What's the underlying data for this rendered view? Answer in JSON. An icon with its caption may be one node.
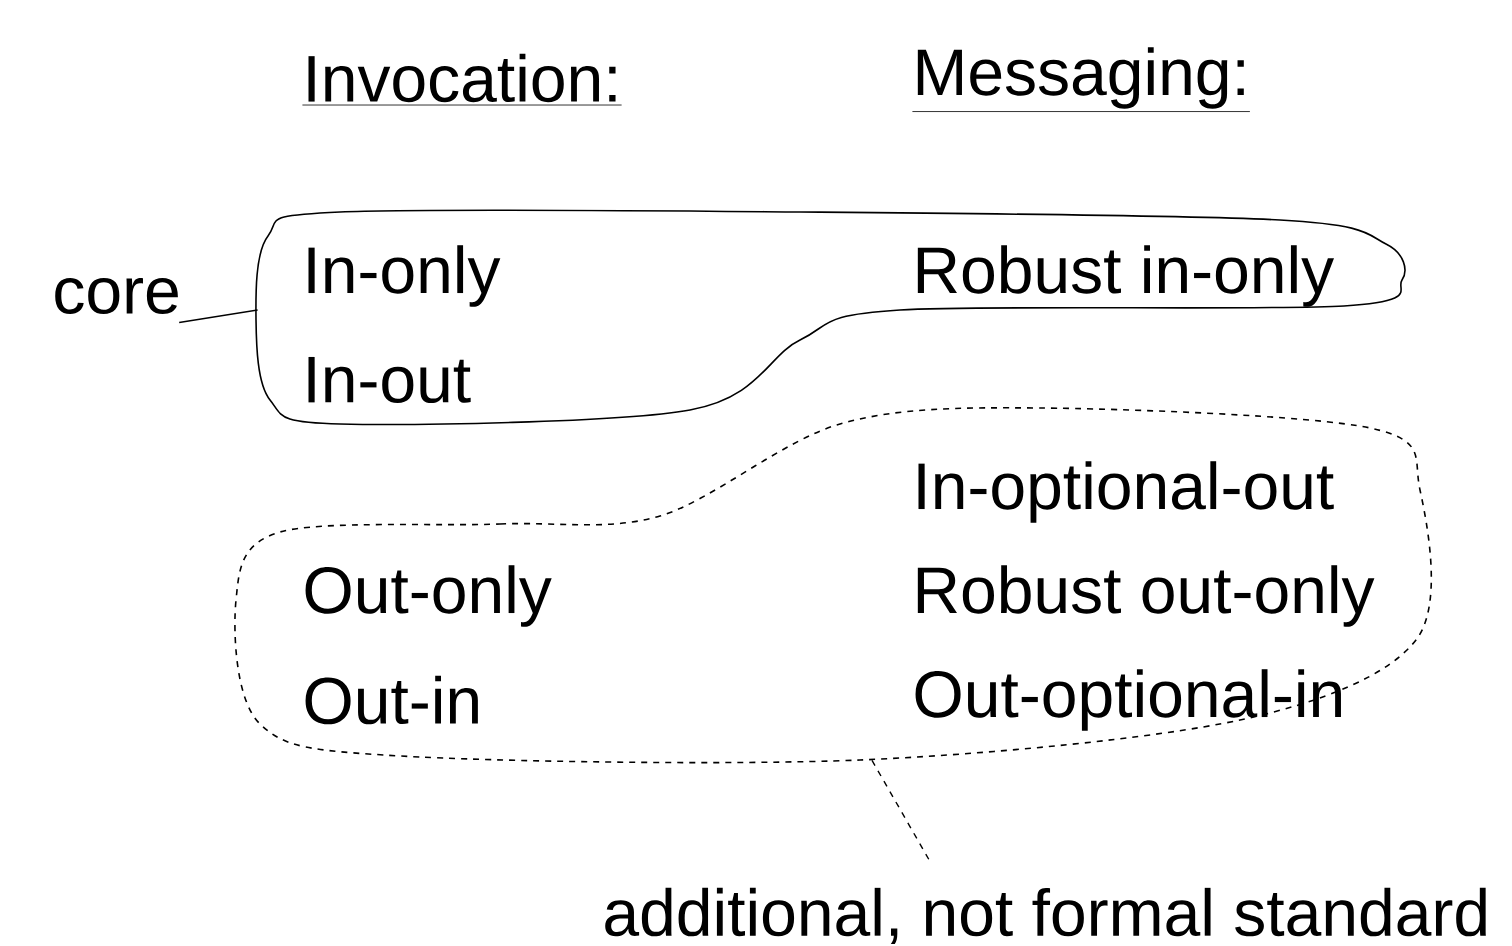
{
  "diagram": {
    "nodes": [
      {
        "text": [
          "core"
        ]
      },
      {
        "text": [
          "In-only",
          "Robust in-only",
          "In-out"
        ]
      },
      {
        "text": [
          "In-optional-out",
          "Out-only",
          "Robust out-only",
          "Out-in",
          "Out-optional-in"
        ]
      },
      {
        "text": [
          "additional, not formal standard"
        ]
      }
    ],
    "edges": [
      {
        "from": 0,
        "to": 1,
        "arrow": "none"
      },
      {
        "from": 2,
        "to": 3,
        "arrow": "none",
        "style": "dashed"
      }
    ],
    "labels": [
      "Invocation:",
      "Messaging:"
    ]
  }
}
